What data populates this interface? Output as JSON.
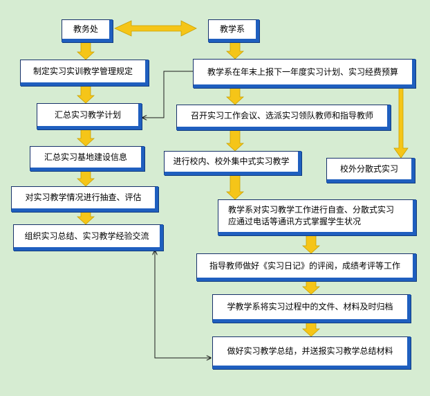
{
  "colors": {
    "background": "#d6ecd2",
    "node_fill": "#ffffff",
    "node_border": "#1f5fbf",
    "arrow_fill": "#f5c518",
    "arrow_stroke": "#c9a000",
    "line": "#1a1a1a"
  },
  "nodes": {
    "jiaowuchu": "教务处",
    "jiaoxuexi": "教学系",
    "zhiding_guiding": "制定实习实训教学管理规定",
    "shangbao_jihua": "教学系在年末上报下一年度实习计划、实习经费预算",
    "huizong_jihua": "汇总实习教学计划",
    "zhaokai_huiyi": "召开实习工作会议、选派实习领队教师和指导教师",
    "huizong_jidi": "汇总实习基地建设信息",
    "jizhong_shixi": "进行校内、校外集中式实习教学",
    "fensan_shixi": "校外分散式实习",
    "choucha_pinggu": "对实习教学情况进行抽查、评估",
    "zicha_line1": "教学系对实习教学工作进行自查、分散式实习",
    "zicha_line2": "应通过电话等通讯方式掌握学生状况",
    "zongjie_jiaoliu": "组织实习总结、实习教学经验交流",
    "riji_pingyue": "指导教师做好《实习日记》的评阅，成绩考评等工作",
    "wenjian_guidang": "学教学系将实习过程中的文件、材料及时归档",
    "zongjie_cailiao": "做好实习教学总结，并送报实习教学总结材料"
  }
}
